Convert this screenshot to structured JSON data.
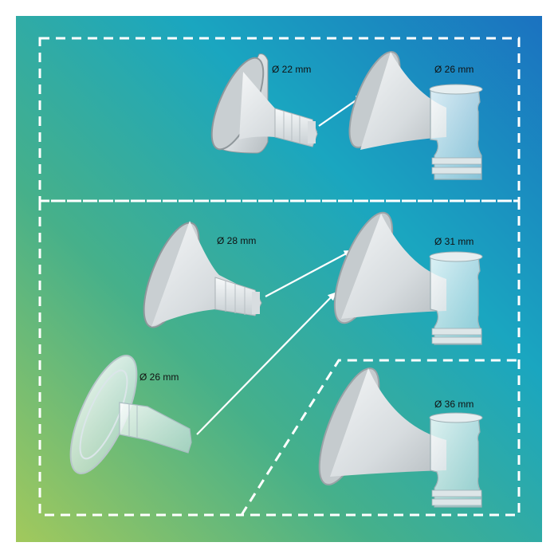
{
  "labels": {
    "d22": "Ø 22 mm",
    "d26_top": "Ø 26 mm",
    "d28": "Ø 28 mm",
    "d31": "Ø 31 mm",
    "d26_clear": "Ø 26 mm",
    "d36": "Ø 36 mm"
  },
  "colors": {
    "gradient_top_right": "#1b72c0",
    "gradient_middle": "#1ca7b7",
    "gradient_bottom_left": "#a6c95a",
    "dashed_border": "#ffffff",
    "arrow": "#ffffff",
    "label_text": "#111111"
  }
}
